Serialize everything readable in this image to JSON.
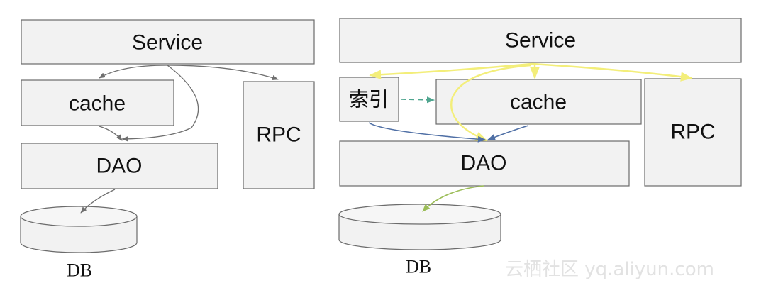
{
  "left": {
    "service": "Service",
    "cache": "cache",
    "dao": "DAO",
    "rpc": "RPC",
    "db": "DB"
  },
  "right": {
    "service": "Service",
    "index": "索引",
    "cache": "cache",
    "dao": "DAO",
    "rpc": "RPC",
    "db": "DB"
  },
  "watermark": "云栖社区 yq.aliyun.com",
  "colors": {
    "box_fill": "#f2f2f2",
    "box_stroke": "#6b6b6b",
    "arrow_gray": "#6f6f6f",
    "arrow_yellow": "#f3ee7a",
    "arrow_blue": "#4f6fa5",
    "arrow_teal": "#4fa58f",
    "arrow_green": "#9bbd57"
  }
}
